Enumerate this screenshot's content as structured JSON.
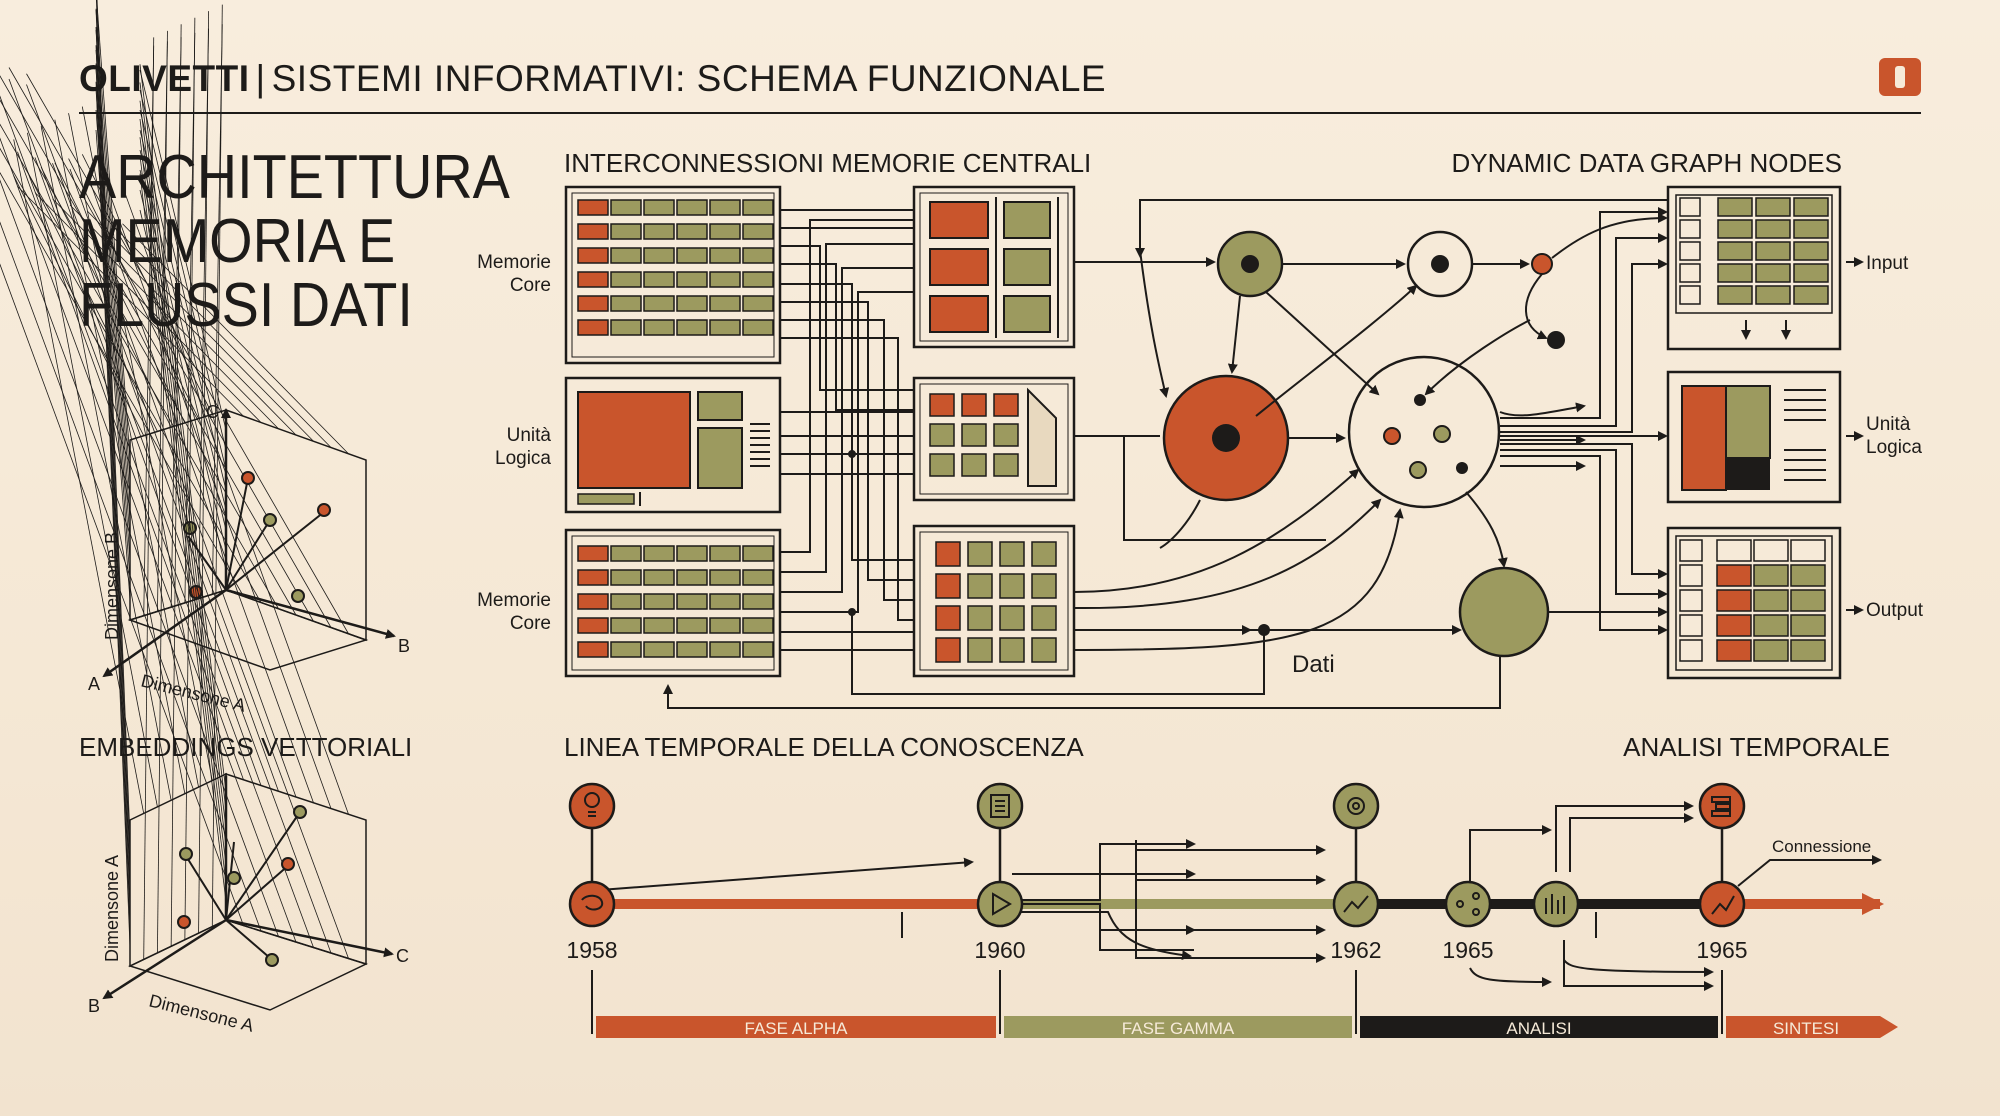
{
  "header": {
    "brand": "OLIVETTI",
    "separator": "|",
    "subtitle": "SISTEMI INFORMATIVI: SCHEMA FUNZIONALE",
    "badge_icon": "orange-square-badge-icon"
  },
  "main_title": {
    "line1": "ARCHITETTURA",
    "line2": "MEMORIA E",
    "line3": "FLUSSI DATI"
  },
  "sections": {
    "interconnect": "INTERCONNESSIONI MEMORIE CENTRALI",
    "graph_nodes": "DYNAMIC DATA GRAPH NODES",
    "embeddings": "EMBEDDINGS VETTORIALI",
    "timeline": "LINEA TEMPORALE DELLA CONOSCENZA",
    "analysis": "ANALISI TEMPORALE"
  },
  "left_labels": {
    "memory_top_1": "Memorie",
    "memory_top_2": "Core",
    "logic_1": "Unità",
    "logic_2": "Logica",
    "memory_bottom_1": "Memorie",
    "memory_bottom_2": "Core"
  },
  "right_labels": {
    "input": "Input",
    "logic_1": "Unità",
    "logic_2": "Logica",
    "output": "Output"
  },
  "data_label": "Dati",
  "plot_top": {
    "axis_up": "C",
    "axis_right": "B",
    "axis_left": "A",
    "label_vertical": "Dimensone B",
    "label_bottom": "Dimensone A"
  },
  "plot_bottom": {
    "axis_right": "C",
    "axis_left": "B",
    "label_vertical": "Dimensone A",
    "label_bottom": "Dimensone A"
  },
  "timeline": {
    "years": [
      "1958",
      "1960",
      "1962",
      "1965",
      "1965"
    ],
    "phases": [
      "FASE ALPHA",
      "FASE GAMMA",
      "ANALISI",
      "SINTESI"
    ],
    "connection_label": "Connessione",
    "top_icons": [
      "lightbulb-icon",
      "document-icon",
      "gear-icon",
      "stack-icon"
    ],
    "bottom_icons": [
      "swirl-icon",
      "play-icon",
      "trend-icon",
      "share-icon",
      "bars-icon",
      "chart-up-icon"
    ]
  },
  "colors": {
    "orange": "#c9552c",
    "olive": "#9c9a5f",
    "ink": "#1d1b19",
    "paper": "#f6ead8"
  }
}
